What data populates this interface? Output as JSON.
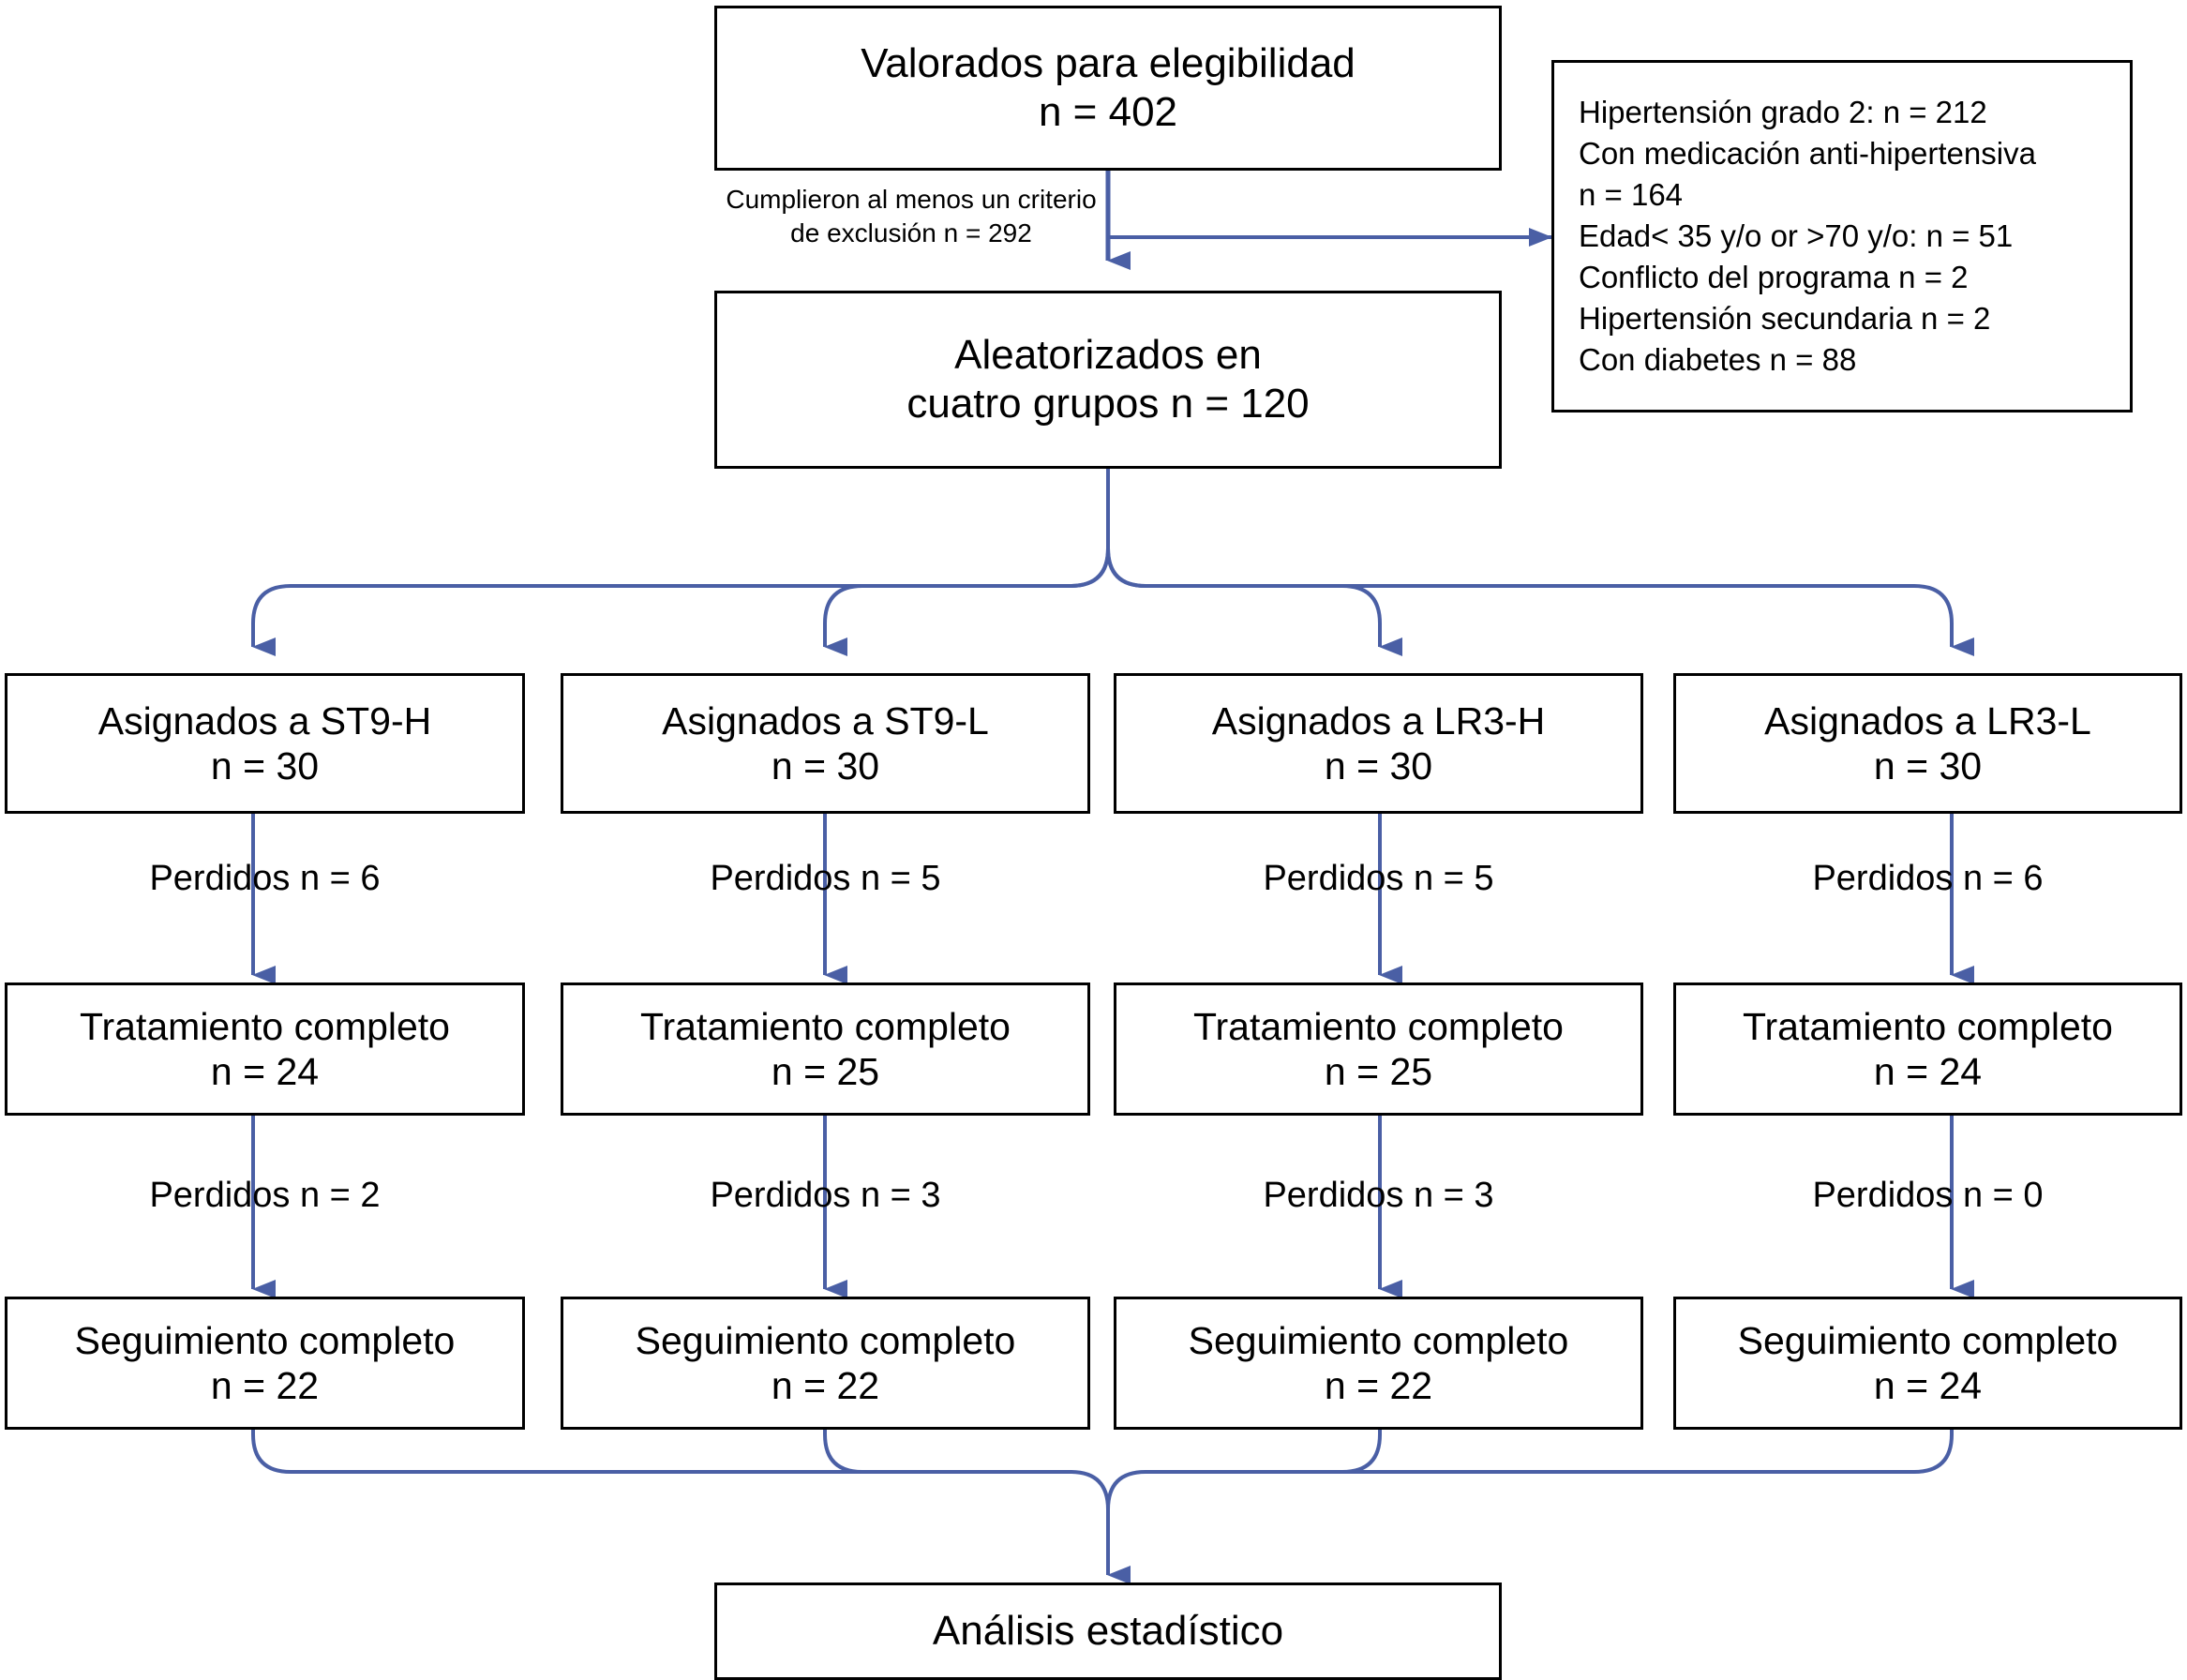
{
  "diagram": {
    "type": "consort-flow-diagram",
    "language": "es",
    "colors": {
      "box_border": "#000000",
      "connector": "#4A5FA5",
      "text": "#000000",
      "background": "#FFFFFF"
    },
    "nodes": {
      "assessed": {
        "line1": "Valorados para elegibilidad",
        "line2": "n = 402"
      },
      "excluded_caption": {
        "line1": "Cumplieron al menos un",
        "line2": "criterio de exclusión",
        "line3": "n = 292"
      },
      "exclusion_reasons": {
        "items": [
          "Hipertensión grado 2: n = 212",
          "Con medicación anti-hipertensiva",
          "n = 164",
          "Edad< 35 y/o or >70 y/o: n = 51",
          "Conflicto del programa n = 2",
          "Hipertensión secundaria n = 2",
          "Con diabetes n = 88"
        ]
      },
      "randomized": {
        "line1": "Aleatorizados en",
        "line2": "cuatro grupos n = 120"
      },
      "analysis": {
        "line1": "Análisis estadístico"
      }
    },
    "arms": [
      {
        "id": "st9-h",
        "allocated": {
          "line1": "Asignados a ST9-H",
          "line2": "n = 30"
        },
        "lost_1": "Perdidos n = 6",
        "treatment": {
          "line1": "Tratamiento completo",
          "line2": "n = 24"
        },
        "lost_2": "Perdidos n = 2",
        "followup": {
          "line1": "Seguimiento completo",
          "line2": "n = 22"
        }
      },
      {
        "id": "st9-l",
        "allocated": {
          "line1": "Asignados a ST9-L",
          "line2": "n = 30"
        },
        "lost_1": "Perdidos n = 5",
        "treatment": {
          "line1": "Tratamiento completo",
          "line2": "n = 25"
        },
        "lost_2": "Perdidos n = 3",
        "followup": {
          "line1": "Seguimiento completo",
          "line2": "n = 22"
        }
      },
      {
        "id": "lr3-h",
        "allocated": {
          "line1": "Asignados a LR3-H",
          "line2": "n = 30"
        },
        "lost_1": "Perdidos n = 5",
        "treatment": {
          "line1": "Tratamiento completo",
          "line2": "n = 25"
        },
        "lost_2": "Perdidos n = 3",
        "followup": {
          "line1": "Seguimiento completo",
          "line2": "n = 22"
        }
      },
      {
        "id": "lr3-l",
        "allocated": {
          "line1": "Asignados a LR3-L",
          "line2": "n = 30"
        },
        "lost_1": "Perdidos n = 6",
        "treatment": {
          "line1": "Tratamiento completo",
          "line2": "n = 24"
        },
        "lost_2": "Perdidos n = 0",
        "followup": {
          "line1": "Seguimiento completo",
          "line2": "n = 24"
        }
      }
    ]
  }
}
